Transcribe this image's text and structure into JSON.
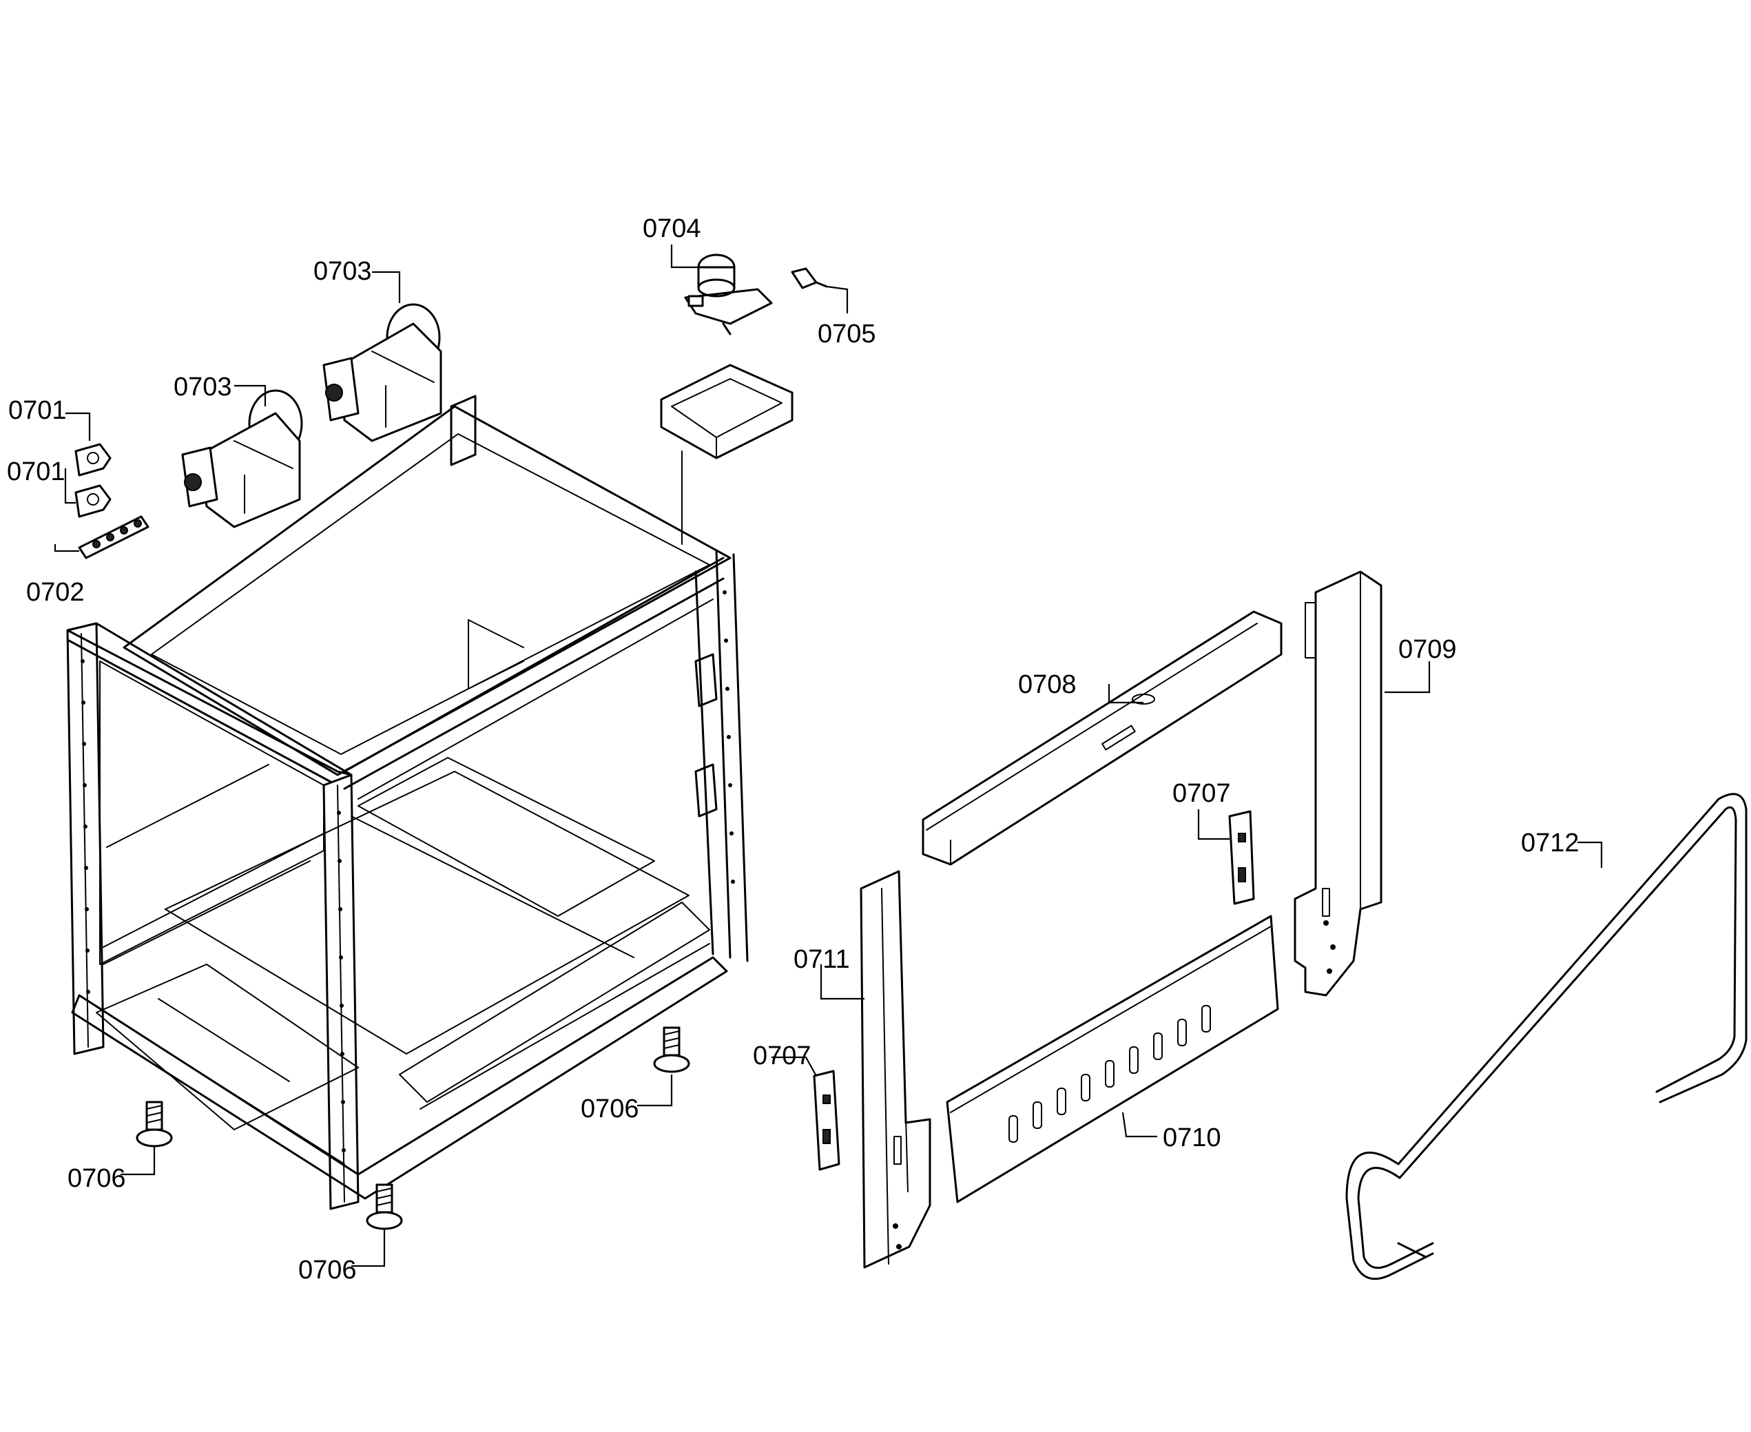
{
  "diagram": {
    "callouts": [
      {
        "id": "c0701a",
        "label": "0701"
      },
      {
        "id": "c0701b",
        "label": "0701"
      },
      {
        "id": "c0702",
        "label": "0702"
      },
      {
        "id": "c0703a",
        "label": "0703"
      },
      {
        "id": "c0703b",
        "label": "0703"
      },
      {
        "id": "c0704",
        "label": "0704"
      },
      {
        "id": "c0705",
        "label": "0705"
      },
      {
        "id": "c0706a",
        "label": "0706"
      },
      {
        "id": "c0706b",
        "label": "0706"
      },
      {
        "id": "c0706c",
        "label": "0706"
      },
      {
        "id": "c0707a",
        "label": "0707"
      },
      {
        "id": "c0707b",
        "label": "0707"
      },
      {
        "id": "c0708",
        "label": "0708"
      },
      {
        "id": "c0709",
        "label": "0709"
      },
      {
        "id": "c0710",
        "label": "0710"
      },
      {
        "id": "c0711",
        "label": "0711"
      },
      {
        "id": "c0712",
        "label": "0712"
      }
    ]
  }
}
